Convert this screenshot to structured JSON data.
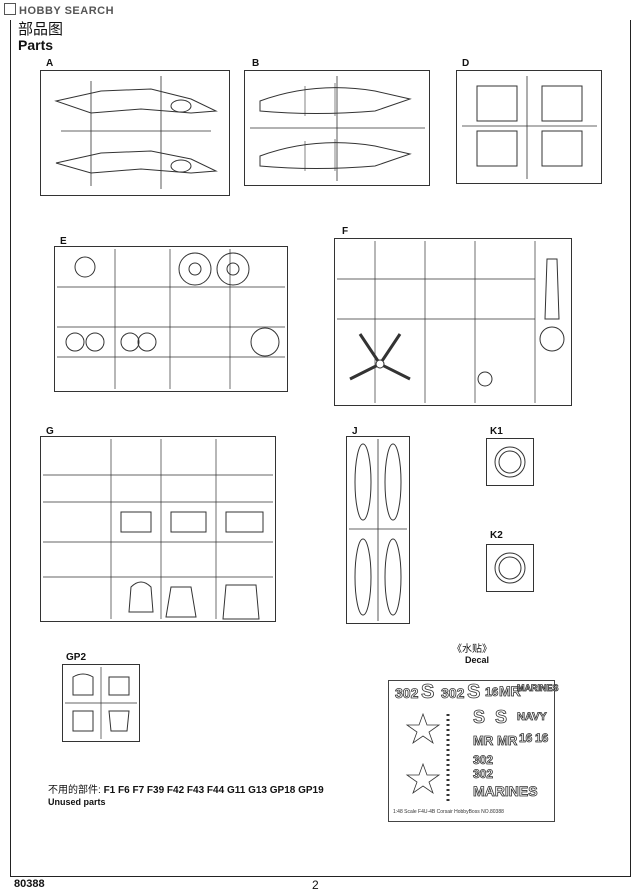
{
  "watermark": "HOBBY SEARCH",
  "section": {
    "title_cn": "部品图",
    "title_en": "Parts"
  },
  "sprues": [
    {
      "id": "A"
    },
    {
      "id": "B"
    },
    {
      "id": "D"
    },
    {
      "id": "E"
    },
    {
      "id": "F"
    },
    {
      "id": "G"
    },
    {
      "id": "J"
    },
    {
      "id": "K1"
    },
    {
      "id": "K2"
    },
    {
      "id": "GP2"
    }
  ],
  "unused": {
    "cn_label": "不用的部件:",
    "parts": "F1 F6 F7 F39 F42 F43 F44 G11 G13 GP18 GP19",
    "en_label": "Unused parts"
  },
  "decal": {
    "title_cn": "《水贴》",
    "title_en": "Decal",
    "marks": [
      "302",
      "S",
      "302",
      "S",
      "16",
      "MR",
      "MARINES",
      "S",
      "S",
      "NAVY",
      "MR",
      "MR",
      "16",
      "16",
      "302",
      "302",
      "MARINES"
    ],
    "note": "1:48 Scale   F4U-4B Corsair   HobbyBoss  NO.80388"
  },
  "footer": {
    "code": "80388",
    "page": "2"
  }
}
